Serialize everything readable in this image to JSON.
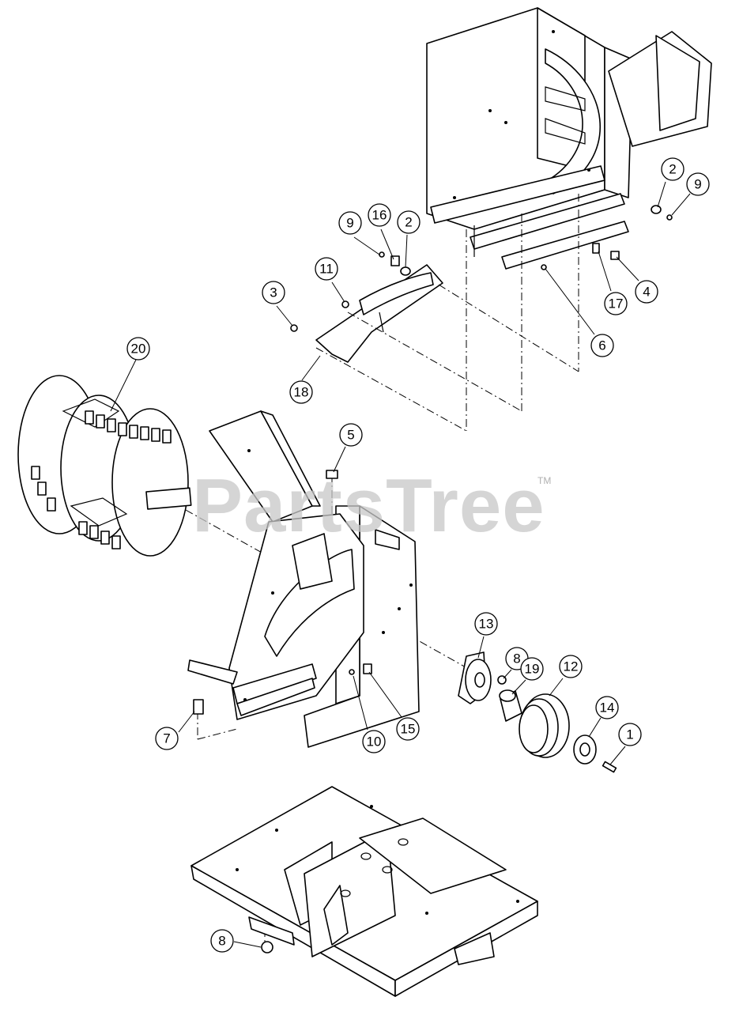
{
  "watermark": {
    "text": "PartsTree",
    "mark": "TM"
  },
  "callouts": [
    {
      "id": "c-2a",
      "label": "2"
    },
    {
      "id": "c-9a",
      "label": "9"
    },
    {
      "id": "c-9b",
      "label": "9"
    },
    {
      "id": "c-16",
      "label": "16"
    },
    {
      "id": "c-2b",
      "label": "2"
    },
    {
      "id": "c-11",
      "label": "11"
    },
    {
      "id": "c-3",
      "label": "3"
    },
    {
      "id": "c-17",
      "label": "17"
    },
    {
      "id": "c-4",
      "label": "4"
    },
    {
      "id": "c-6",
      "label": "6"
    },
    {
      "id": "c-20",
      "label": "20"
    },
    {
      "id": "c-18",
      "label": "18"
    },
    {
      "id": "c-5",
      "label": "5"
    },
    {
      "id": "c-13",
      "label": "13"
    },
    {
      "id": "c-8a",
      "label": "8"
    },
    {
      "id": "c-19",
      "label": "19"
    },
    {
      "id": "c-12",
      "label": "12"
    },
    {
      "id": "c-14",
      "label": "14"
    },
    {
      "id": "c-1",
      "label": "1"
    },
    {
      "id": "c-7",
      "label": "7"
    },
    {
      "id": "c-10",
      "label": "10"
    },
    {
      "id": "c-15",
      "label": "15"
    },
    {
      "id": "c-8b",
      "label": "8"
    }
  ]
}
